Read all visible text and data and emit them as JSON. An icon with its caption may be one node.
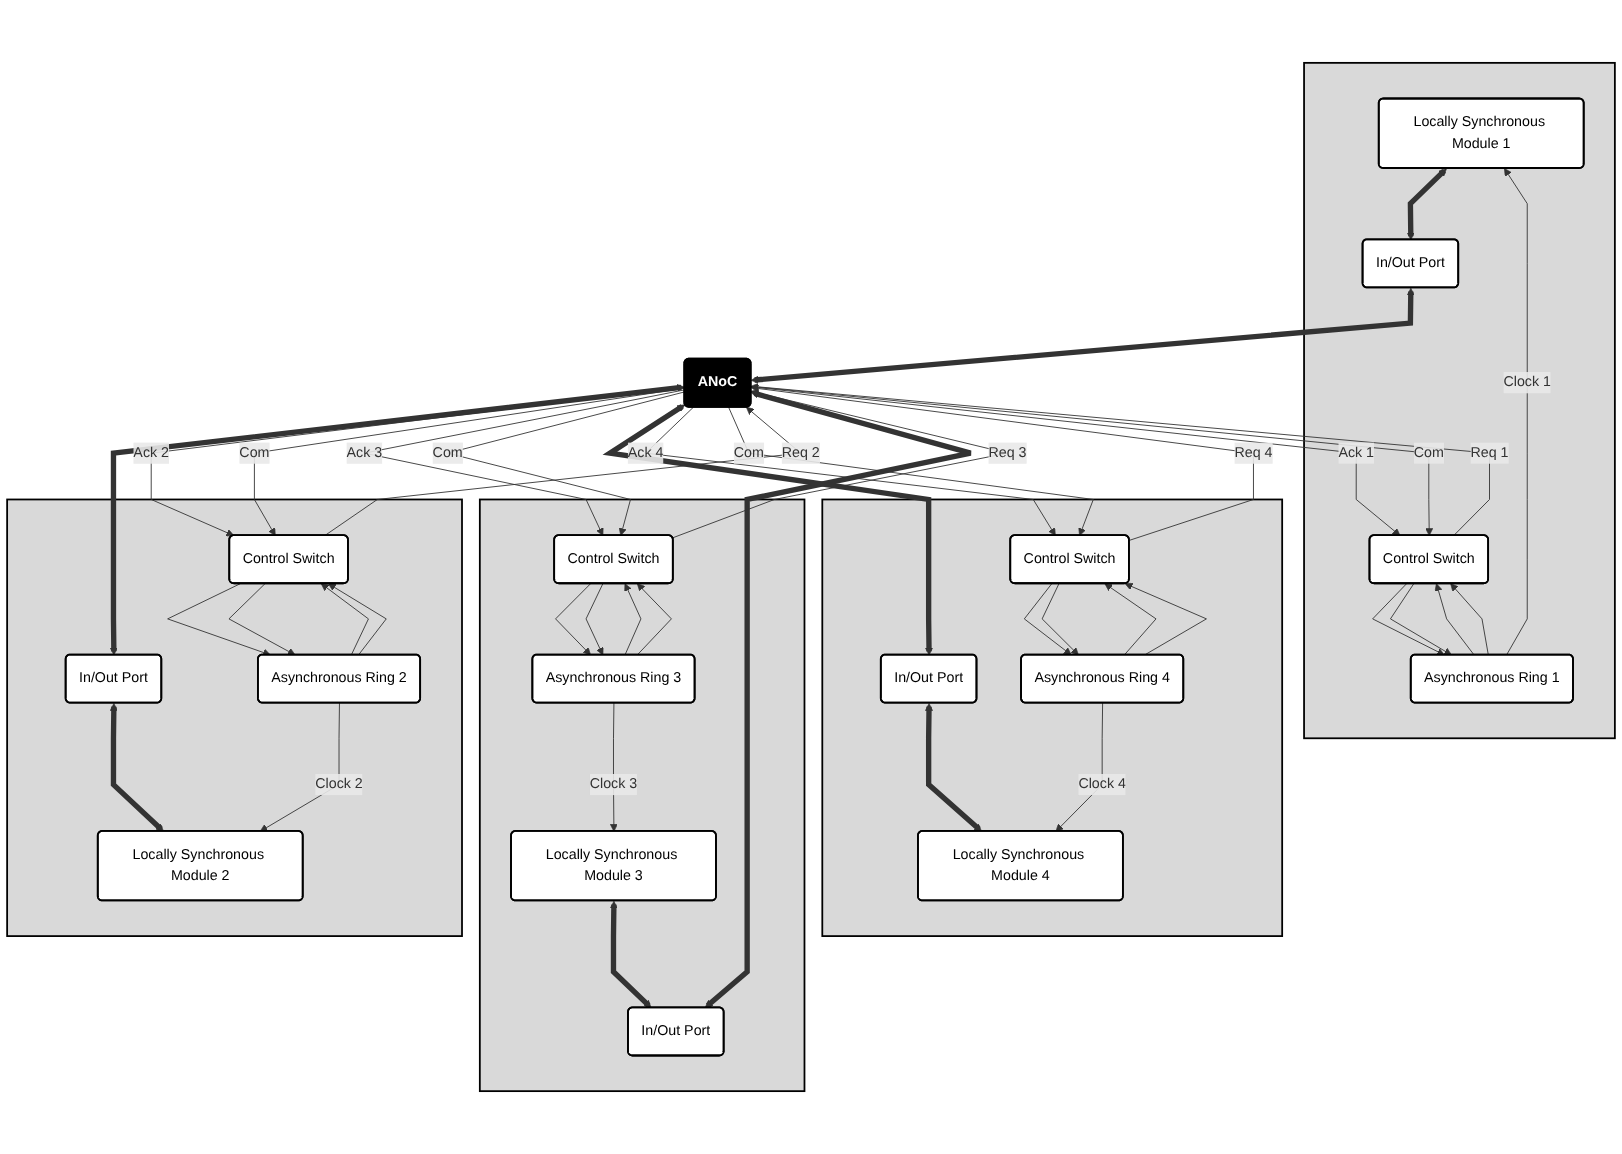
{
  "diagram": {
    "nodes": [
      {
        "text": [],
        "shape": "box"
      },
      {
        "text": [
          "Locally Synchronous Module 1"
        ],
        "in": 0
      },
      {
        "text": [
          "In/Out Port"
        ],
        "in": 0
      },
      {
        "text": [
          "Asynchronous Ring 1"
        ],
        "in": 0
      },
      {
        "text": [
          "Control Switch"
        ],
        "in": 0
      },
      {
        "text": [
          "ANoC"
        ]
      },
      {
        "text": [],
        "shape": "box"
      },
      {
        "text": [
          "In/Out Port"
        ],
        "in": 6
      },
      {
        "text": [
          "Locally Synchronous Module 2"
        ],
        "in": 6
      },
      {
        "text": [
          "Control Switch"
        ],
        "in": 6
      },
      {
        "text": [
          "Asynchronous Ring 2"
        ],
        "in": 6
      },
      {
        "text": [],
        "shape": "box"
      },
      {
        "text": [
          "Locally Synchronous Module 3"
        ],
        "in": 11
      },
      {
        "text": [
          "In/Out Port"
        ],
        "in": 11
      },
      {
        "text": [
          "Asynchronous Ring 3"
        ],
        "in": 11
      },
      {
        "text": [
          "Control Switch"
        ],
        "in": 11
      },
      {
        "text": [],
        "shape": "box"
      },
      {
        "text": [
          "In/Out Port"
        ],
        "in": 16
      },
      {
        "text": [
          "Locally Synchronous Module 4"
        ],
        "in": 16
      },
      {
        "text": [
          "Control Switch"
        ],
        "in": 16
      },
      {
        "text": [
          "Asynchronous Ring 4"
        ],
        "in": 16
      }
    ],
    "edges": [
      {
        "from": 1,
        "to": 2,
        "arrow": "both",
        "style": "thick"
      },
      {
        "from": 2,
        "to": 5,
        "arrow": "both",
        "style": "thick"
      },
      {
        "from": 3,
        "to": 1,
        "arrow": "to",
        "label": "Clock 1"
      },
      {
        "from": 3,
        "to": 4,
        "arrow": "to"
      },
      {
        "from": 4,
        "to": 3,
        "arrow": "to"
      },
      {
        "from": 3,
        "to": 4,
        "arrow": "to"
      },
      {
        "from": 4,
        "to": 3,
        "arrow": "to"
      },
      {
        "from": 4,
        "to": 5,
        "arrow": "to",
        "label": "Req 1"
      },
      {
        "from": 5,
        "to": 4,
        "arrow": "to",
        "label": "Ack 1"
      },
      {
        "from": 5,
        "to": 4,
        "arrow": "to",
        "label": "Com"
      },
      {
        "from": 5,
        "to": 7,
        "arrow": "both",
        "style": "thick"
      },
      {
        "from": 7,
        "to": 8,
        "arrow": "both",
        "style": "thick"
      },
      {
        "from": 10,
        "to": 8,
        "arrow": "to",
        "label": "Clock 2"
      },
      {
        "from": 10,
        "to": 9,
        "arrow": "to"
      },
      {
        "from": 9,
        "to": 10,
        "arrow": "to"
      },
      {
        "from": 10,
        "to": 9,
        "arrow": "to"
      },
      {
        "from": 9,
        "to": 10,
        "arrow": "to"
      },
      {
        "from": 9,
        "to": 5,
        "arrow": "to",
        "label": "Req 2"
      },
      {
        "from": 5,
        "to": 9,
        "arrow": "to",
        "label": "Ack 2"
      },
      {
        "from": 5,
        "to": 9,
        "arrow": "to",
        "label": "Com"
      },
      {
        "from": 12,
        "to": 13,
        "arrow": "both",
        "style": "thick"
      },
      {
        "from": 13,
        "to": 5,
        "arrow": "both",
        "style": "thick"
      },
      {
        "from": 14,
        "to": 12,
        "arrow": "to",
        "label": "Clock 3"
      },
      {
        "from": 14,
        "to": 15,
        "arrow": "to"
      },
      {
        "from": 15,
        "to": 14,
        "arrow": "to"
      },
      {
        "from": 14,
        "to": 15,
        "arrow": "to"
      },
      {
        "from": 15,
        "to": 14,
        "arrow": "to"
      },
      {
        "from": 15,
        "to": 5,
        "arrow": "to",
        "label": "Req 3"
      },
      {
        "from": 5,
        "to": 15,
        "arrow": "to",
        "label": "Ack 3"
      },
      {
        "from": 5,
        "to": 15,
        "arrow": "to",
        "label": "Com"
      },
      {
        "from": 5,
        "to": 17,
        "arrow": "both",
        "style": "thick"
      },
      {
        "from": 17,
        "to": 18,
        "arrow": "both",
        "style": "thick"
      },
      {
        "from": 20,
        "to": 18,
        "arrow": "to",
        "label": "Clock 4"
      },
      {
        "from": 20,
        "to": 19,
        "arrow": "to"
      },
      {
        "from": 19,
        "to": 20,
        "arrow": "to"
      },
      {
        "from": 20,
        "to": 19,
        "arrow": "to"
      },
      {
        "from": 19,
        "to": 20,
        "arrow": "to"
      },
      {
        "from": 19,
        "to": 5,
        "arrow": "to",
        "label": "Req 4"
      },
      {
        "from": 5,
        "to": 19,
        "arrow": "to",
        "label": "Ack 4"
      },
      {
        "from": 5,
        "to": 19,
        "arrow": "to",
        "label": "Com"
      }
    ]
  }
}
